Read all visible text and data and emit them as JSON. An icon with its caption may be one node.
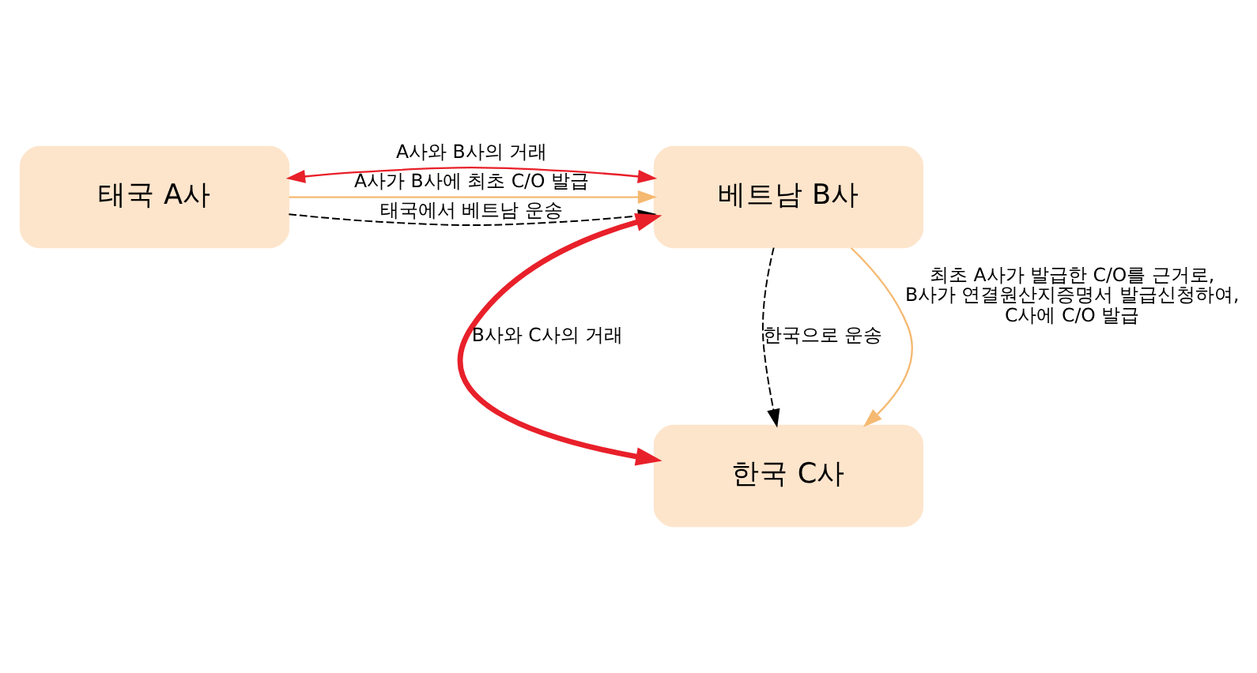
{
  "diagram": {
    "nodes": [
      {
        "text": [
          "태국 A사"
        ]
      },
      {
        "text": [
          "베트남 B사"
        ]
      },
      {
        "text": [
          "한국 C사"
        ]
      }
    ],
    "edges": [
      {
        "from": 0,
        "to": 1,
        "arrow": "to",
        "label": "A사가 B사에 최초 C/O 발급",
        "color": "#f5b971"
      },
      {
        "from": 0,
        "to": 1,
        "arrow": "both",
        "label": "A사와 B사의 거래",
        "color": "#e8202a"
      },
      {
        "from": 0,
        "to": 1,
        "arrow": "to",
        "label": "태국에서 베트남 운송",
        "style": "dashed",
        "color": "#000000"
      },
      {
        "from": 1,
        "to": 2,
        "arrow": "both",
        "label": "B사와 C사의 거래",
        "color": "#e8202a",
        "style": "thick"
      },
      {
        "from": 1,
        "to": 2,
        "arrow": "to",
        "label": "한국으로 운송",
        "style": "dashed",
        "color": "#000000"
      },
      {
        "from": 1,
        "to": 2,
        "arrow": "to",
        "label": "최초 A사가 발급한 C/O를 근거로, B사가 연결원산지증명서 발급신청하여, C사에 C/O 발급",
        "color": "#f5b971"
      }
    ]
  }
}
